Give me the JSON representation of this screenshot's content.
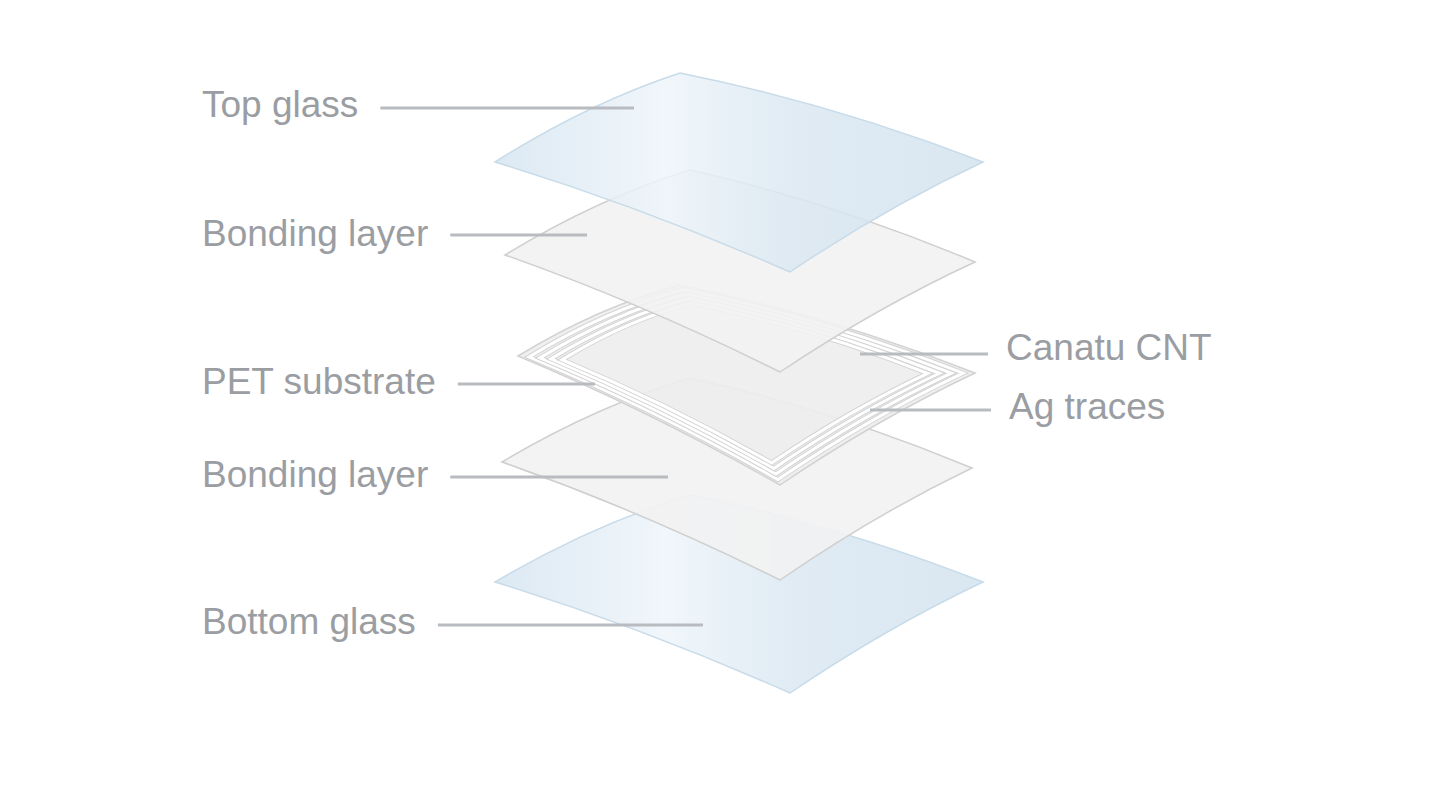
{
  "diagram": {
    "labels": [
      "Top glass",
      "Bonding layer",
      "Canatu CNT",
      "PET substrate",
      "Ag traces",
      "Bonding layer",
      "Bottom glass"
    ]
  }
}
